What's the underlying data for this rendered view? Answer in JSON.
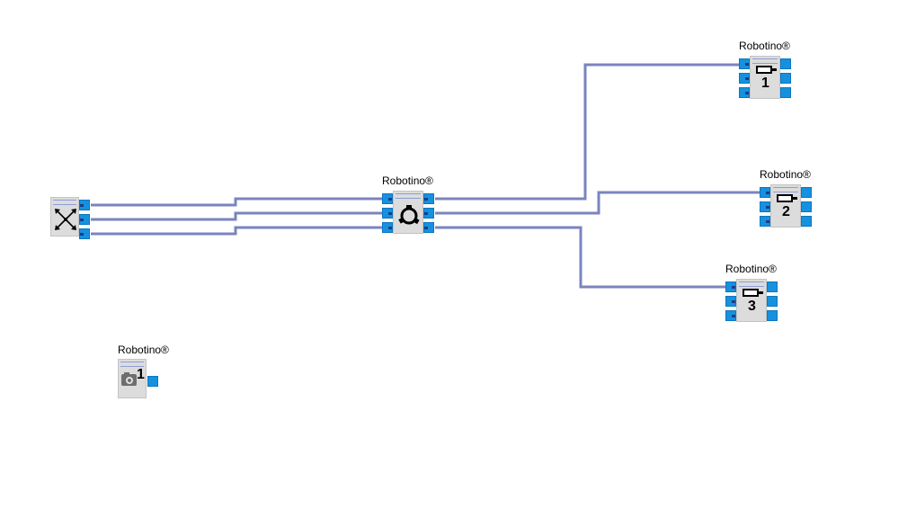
{
  "blocks": {
    "omni_drive": {
      "caption": "Robotino®",
      "icon": "omnidrive-icon"
    },
    "motor_1": {
      "caption": "Robotino®",
      "number": "1",
      "icon": "motor-icon"
    },
    "motor_2": {
      "caption": "Robotino®",
      "number": "2",
      "icon": "motor-icon"
    },
    "motor_3": {
      "caption": "Robotino®",
      "number": "3",
      "icon": "motor-icon"
    },
    "camera": {
      "caption": "Robotino®",
      "number": "1",
      "icon": "camera-icon"
    },
    "control_panel": {
      "icon": "omnidirectional-arrows-icon"
    }
  },
  "colors": {
    "wire": "#7b84bf",
    "port": "#1591df",
    "block_body": "#dcdcdc"
  }
}
